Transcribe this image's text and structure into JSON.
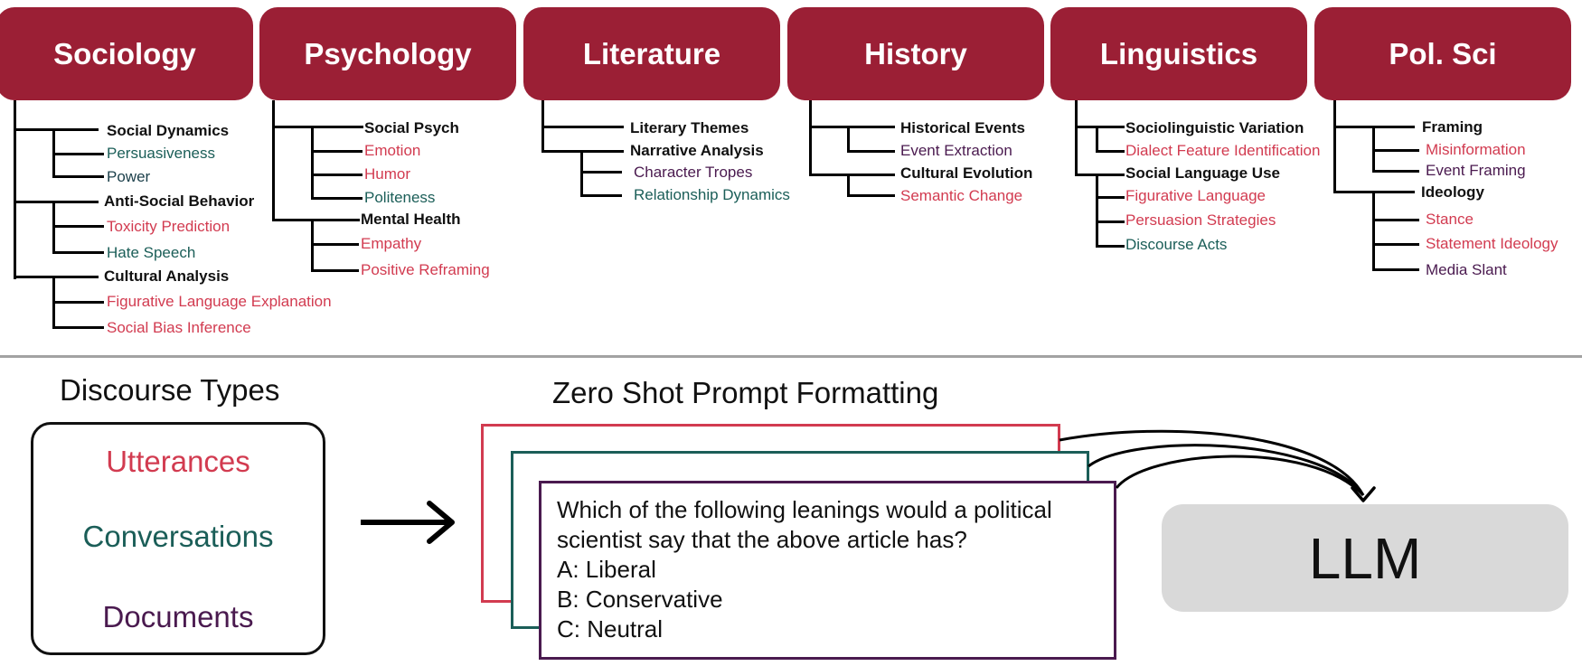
{
  "disciplines": [
    {
      "name": "Sociology"
    },
    {
      "name": "Psychology"
    },
    {
      "name": "Literature"
    },
    {
      "name": "History"
    },
    {
      "name": "Linguistics"
    },
    {
      "name": "Pol. Sci"
    }
  ],
  "taxonomy": {
    "sociology": {
      "social_dynamics": "Social Dynamics",
      "persuasiveness": "Persuasiveness",
      "power": "Power",
      "anti_social": "Anti-Social Behavior",
      "toxicity": "Toxicity Prediction",
      "hate_speech": "Hate Speech",
      "cultural_analysis": "Cultural Analysis",
      "figurative_explanation": "Figurative Language Explanation",
      "social_bias": "Social Bias Inference"
    },
    "psychology": {
      "social_psych": "Social Psych",
      "emotion": "Emotion",
      "humor": "Humor",
      "politeness": "Politeness",
      "mental_health": "Mental Health",
      "empathy": "Empathy",
      "positive_reframing": "Positive Reframing"
    },
    "literature": {
      "literary_themes": "Literary Themes",
      "narrative_analysis": "Narrative Analysis",
      "character_tropes": "Character Tropes",
      "relationship_dynamics": "Relationship Dynamics"
    },
    "history": {
      "historical_events": "Historical Events",
      "event_extraction": "Event Extraction",
      "cultural_evolution": "Cultural Evolution",
      "semantic_change": "Semantic Change"
    },
    "linguistics": {
      "sociolinguistic_variation": "Sociolinguistic Variation",
      "dialect_feature": "Dialect Feature Identification",
      "social_language_use": "Social Language Use",
      "figurative_language": "Figurative Language",
      "persuasion_strategies": "Persuasion Strategies",
      "discourse_acts": "Discourse Acts"
    },
    "polsci": {
      "framing": "Framing",
      "misinformation": "Misinformation",
      "event_framing": "Event Framing",
      "ideology": "Ideology",
      "stance": "Stance",
      "statement_ideology": "Statement Ideology",
      "media_slant": "Media Slant"
    }
  },
  "discourse": {
    "heading": "Discourse Types",
    "utterances": "Utterances",
    "conversations": "Conversations",
    "documents": "Documents"
  },
  "prompt": {
    "heading": "Zero Shot Prompt Formatting",
    "line1": "Which of the following leanings would a political",
    "line2": "scientist say that the above article has?",
    "option_a": "A: Liberal",
    "option_b": "B: Conservative",
    "option_c": "C: Neutral"
  },
  "llm": {
    "label": "LLM"
  },
  "colors": {
    "header_bg": "#9b1f35",
    "red": "#d23b50",
    "teal": "#1b5e58",
    "purple": "#4a1a4f",
    "llm_bg": "#d9d9d9"
  }
}
